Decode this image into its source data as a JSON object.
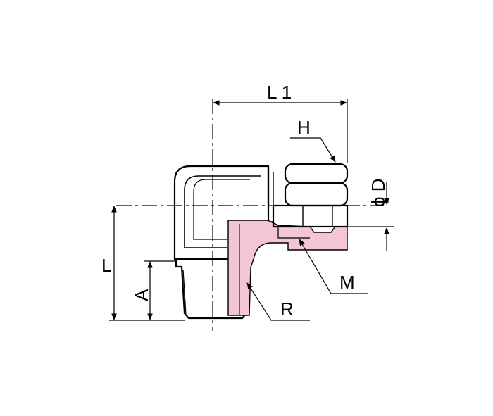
{
  "labels": {
    "L1": "L 1",
    "H": "H",
    "phiD": "ϕ D",
    "L": "L",
    "A": "A",
    "M": "M",
    "R": "R"
  },
  "colors": {
    "line": "#000000",
    "section_fill": "#f2c6d2",
    "background": "#ffffff"
  }
}
